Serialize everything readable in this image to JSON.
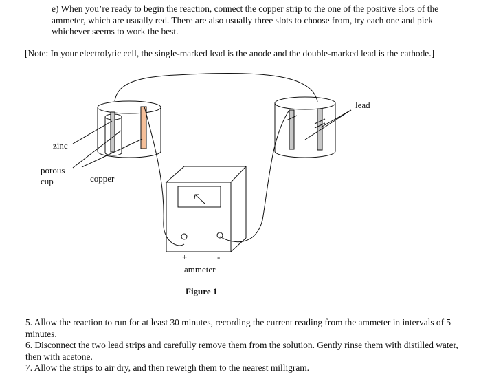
{
  "instructions": {
    "item_e": {
      "marker": "e)",
      "text": "When you’re ready to begin the reaction, connect the copper strip to the one of the positive slots of the ammeter, which are usually red. There are also usually three slots to choose from, try each one and pick whichever seems to work the best."
    },
    "note": "[Note: In your electrolytic cell, the single-marked lead is the anode and the double-marked lead is the cathode.]"
  },
  "figure": {
    "caption": "Figure 1",
    "labels": {
      "zinc": "zinc",
      "porous_cup": "porous\ncup",
      "copper": "copper",
      "lead": "lead",
      "ammeter": "ammeter",
      "plus": "+",
      "minus": "-"
    },
    "colors": {
      "copper_strip": "#f5bf99",
      "zinc_strip": "#c8c8c8",
      "lead_strip": "#c8c8c8",
      "line": "#111111"
    }
  },
  "steps": [
    "5.  Allow the reaction to run for at least 30 minutes, recording the current reading from the ammeter in intervals of 5 minutes.",
    "6.  Disconnect the two lead strips and carefully remove them from the solution.  Gently rinse them with distilled water, then with acetone.",
    "7.  Allow the strips to air dry, and then reweigh them to the nearest milligram."
  ]
}
